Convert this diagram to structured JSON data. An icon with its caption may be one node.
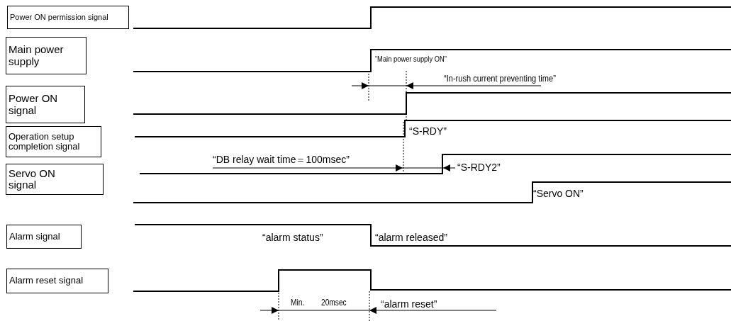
{
  "diagram": {
    "nodes": [
      {
        "text": [
          "Power ON permission signal"
        ]
      },
      {
        "text": [
          "Main power supply"
        ]
      },
      {
        "text": [
          "Power ON signal"
        ]
      },
      {
        "text": [
          "Operation setup completion signal"
        ]
      },
      {
        "text": [
          "Servo ON signal"
        ]
      },
      {
        "text": [
          "Alarm signal"
        ]
      },
      {
        "text": [
          "Alarm reset signal"
        ]
      }
    ],
    "edges": [],
    "labels": [
      "“Main power supply ON”",
      "“In-rush current preventing time”",
      "“S-RDY”",
      "“DB relay wait time＝100msec”",
      "“S-RDY2”",
      "“Servo ON”",
      "“alarm status”",
      "“alarm released”",
      "Min.",
      "20msec",
      "“alarm reset”"
    ]
  }
}
